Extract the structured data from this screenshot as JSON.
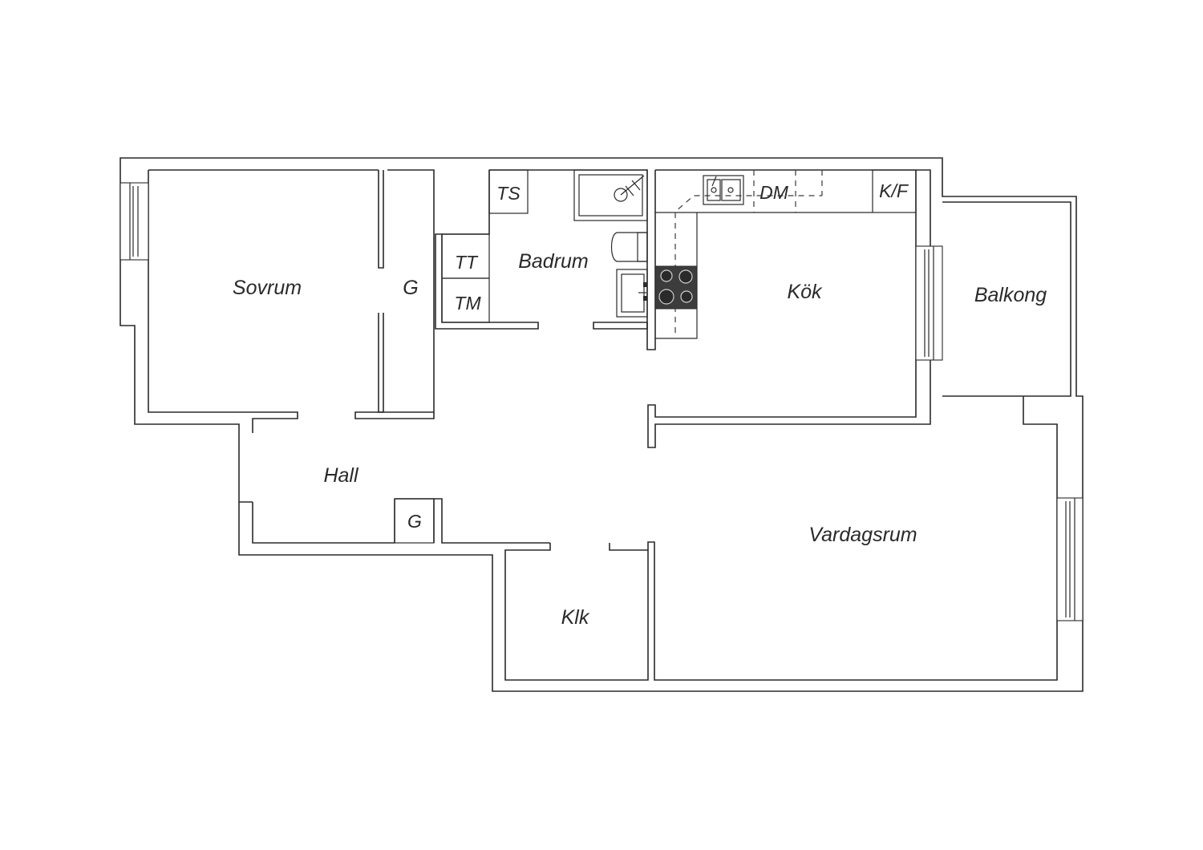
{
  "rooms": {
    "sovrum": "Sovrum",
    "garderob_sovrum": "G",
    "badrum": "Badrum",
    "ts": "TS",
    "tt": "TT",
    "tm": "TM",
    "kok": "Kök",
    "dm": "DM",
    "kf": "K/F",
    "balkong": "Balkong",
    "hall": "Hall",
    "garderob_hall": "G",
    "klk": "Klk",
    "vardagsrum": "Vardagsrum"
  },
  "colors": {
    "wall": "#2a2a2a",
    "background": "#ffffff",
    "stove": "#3c3c3c"
  }
}
